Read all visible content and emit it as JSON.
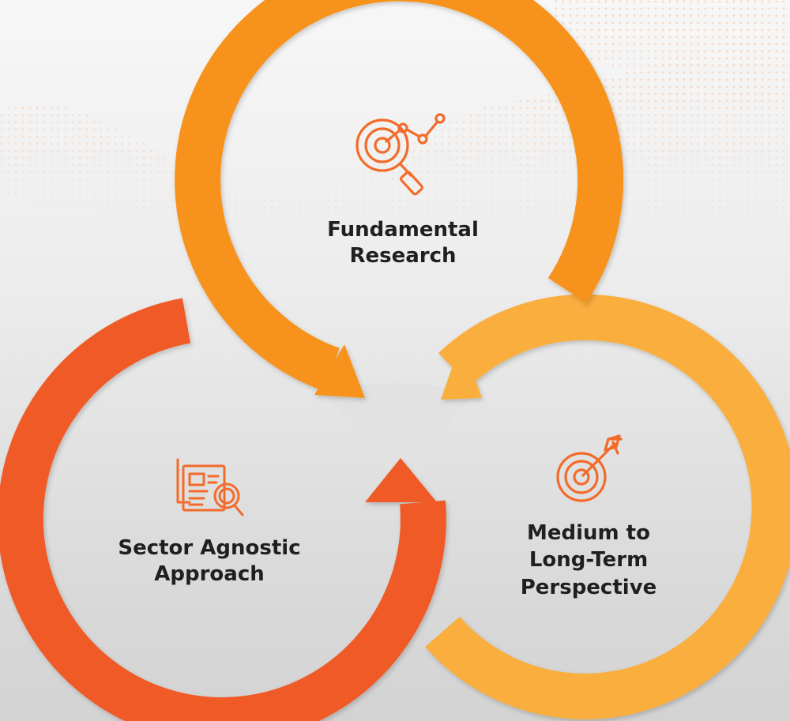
{
  "colors": {
    "arc_top": "#F7931E",
    "arc_left": "#F05A28",
    "arc_right": "#F9AE3D",
    "icon_stroke": "#F26B2A",
    "dots": "#F9B98A",
    "background_top": "#f7f7f7",
    "background_bottom": "#d3d3d3"
  },
  "nodes": [
    {
      "id": "fundamental-research",
      "icon": "target-magnifier-chart-icon",
      "label_lines": [
        "Fundamental",
        "Research"
      ]
    },
    {
      "id": "sector-agnostic-approach",
      "icon": "document-search-icon",
      "label_lines": [
        "Sector Agnostic",
        "Approach"
      ]
    },
    {
      "id": "medium-long-term-perspective",
      "icon": "target-arrow-icon",
      "label_lines": [
        "Medium to",
        "Long-Term",
        "Perspective"
      ]
    }
  ]
}
